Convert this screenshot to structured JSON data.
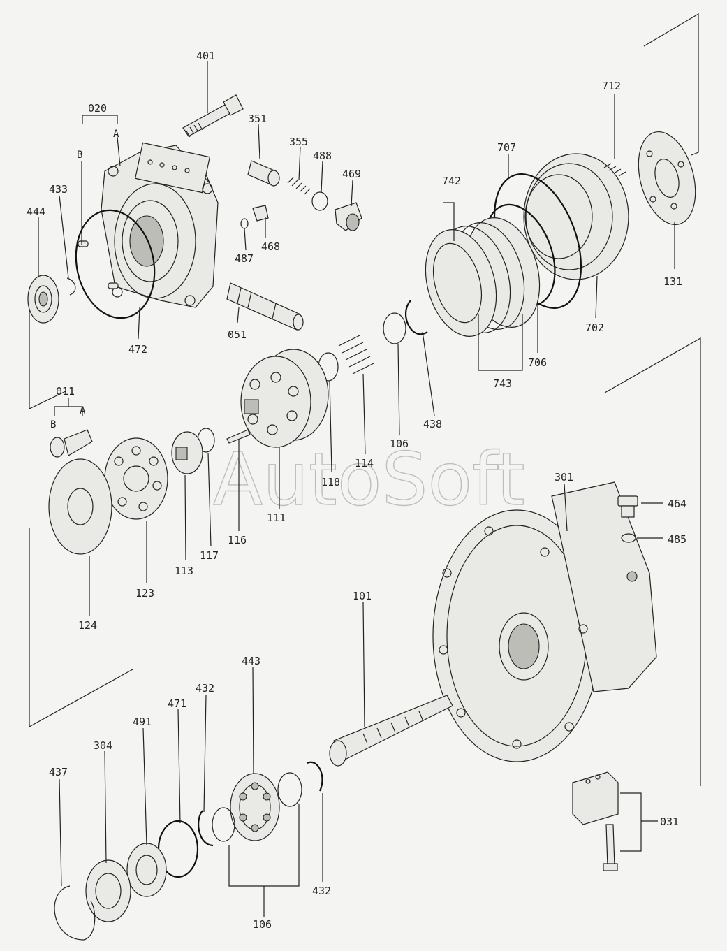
{
  "watermark": "AutoSoft",
  "labels": {
    "p401": "401",
    "p020": "020",
    "pA1": "A",
    "pB1": "B",
    "p433": "433",
    "p444": "444",
    "p351": "351",
    "p355": "355",
    "p488": "488",
    "p469": "469",
    "p487": "487",
    "p468": "468",
    "p051": "051",
    "p472": "472",
    "p742": "742",
    "p707": "707",
    "p712": "712",
    "p131": "131",
    "p702": "702",
    "p706": "706",
    "p743": "743",
    "p438": "438",
    "p106a": "106",
    "p114": "114",
    "p118": "118",
    "p111": "111",
    "p116": "116",
    "p117": "117",
    "p113": "113",
    "p123": "123",
    "p124": "124",
    "p011": "011",
    "pA2": "A",
    "pB2": "B",
    "p301": "301",
    "p464": "464",
    "p485": "485",
    "p101": "101",
    "p443": "443",
    "p432a": "432",
    "p471": "471",
    "p491": "491",
    "p304": "304",
    "p437": "437",
    "p432b": "432",
    "p106b": "106",
    "p031": "031"
  }
}
